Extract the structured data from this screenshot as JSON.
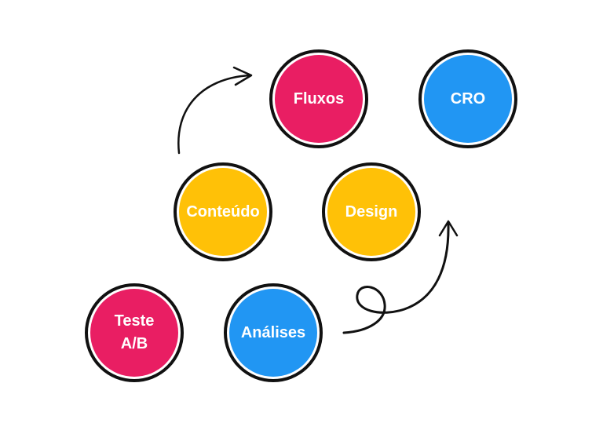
{
  "diagram": {
    "nodes": {
      "fluxos": {
        "label": "Fluxos",
        "color": "#e91e63"
      },
      "cro": {
        "label": "CRO",
        "color": "#2196f3"
      },
      "conteudo": {
        "label": "Conteúdo",
        "color": "#ffc107"
      },
      "design": {
        "label": "Design",
        "color": "#ffc107"
      },
      "teste": {
        "label": "Teste\nA/B",
        "color": "#e91e63"
      },
      "analises": {
        "label": "Análises",
        "color": "#2196f3"
      }
    },
    "arrows": [
      {
        "from": "conteudo",
        "to": "fluxos",
        "style": "curved"
      },
      {
        "from": "analises",
        "to": "design",
        "style": "looped"
      }
    ],
    "colors": {
      "outline": "#111111",
      "text": "#ffffff",
      "pink": "#e91e63",
      "blue": "#2196f3",
      "yellow": "#ffc107"
    }
  }
}
